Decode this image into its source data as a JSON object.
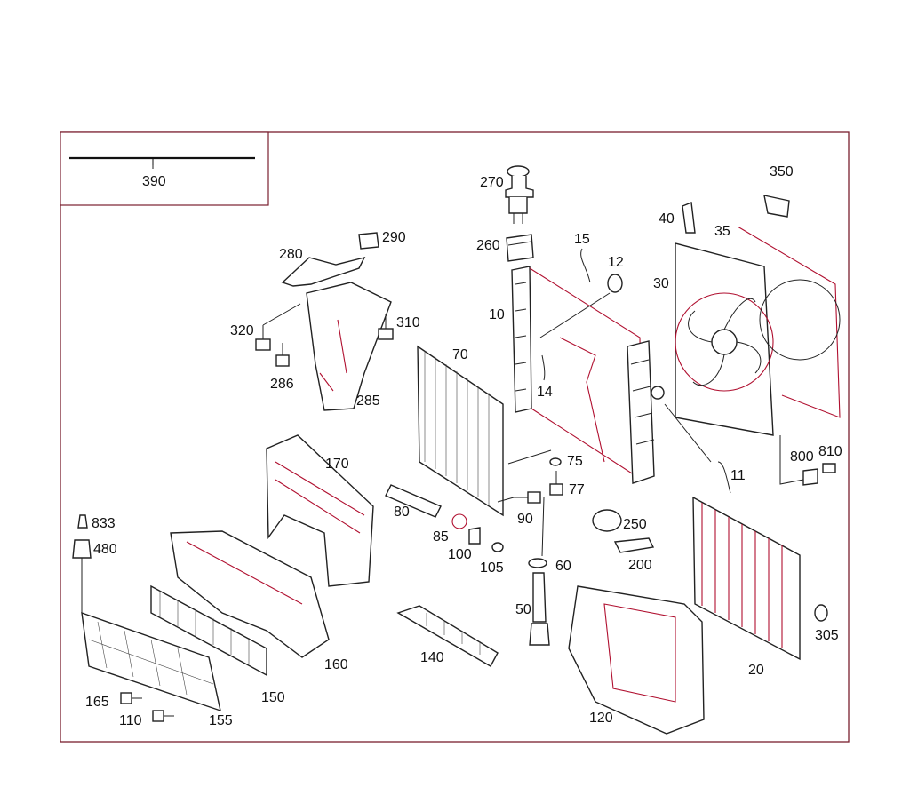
{
  "diagram": {
    "callouts": [
      "390",
      "270",
      "350",
      "40",
      "35",
      "260",
      "15",
      "12",
      "30",
      "10",
      "280",
      "290",
      "320",
      "310",
      "70",
      "14",
      "286",
      "285",
      "170",
      "75",
      "77",
      "11",
      "800",
      "810",
      "80",
      "90",
      "250",
      "833",
      "480",
      "85",
      "100",
      "105",
      "60",
      "200",
      "50",
      "305",
      "20",
      "140",
      "160",
      "165",
      "150",
      "110",
      "155",
      "120"
    ]
  },
  "colors": {
    "frame": "#7a1e2e",
    "accent": "#b01030",
    "ink": "#222222"
  }
}
